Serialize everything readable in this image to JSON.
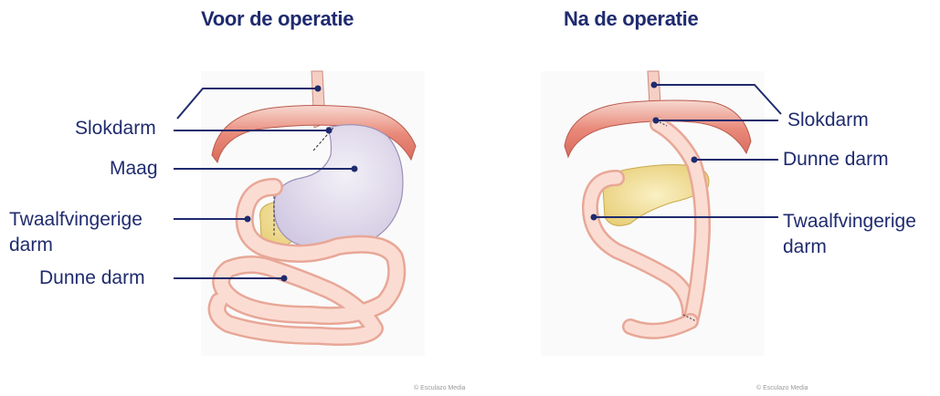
{
  "before": {
    "title": "Voor de operatie",
    "labels": {
      "esophagus": "Slokdarm",
      "stomach": "Maag",
      "duodenum_line1": "Twaalfvingerige",
      "duodenum_line2": "darm",
      "small_intestine": "Dunne darm"
    },
    "credit": "© Esculazo Media"
  },
  "after": {
    "title": "Na de operatie",
    "labels": {
      "esophagus": "Slokdarm",
      "small_intestine": "Dunne darm",
      "duodenum_line1": "Twaalfvingerige",
      "duodenum_line2": "darm"
    },
    "credit": "© Esculazo Media"
  },
  "colors": {
    "text": "#1f2b6e",
    "leader_line": "#1f2b6e",
    "stomach_fill": "#e6e0f0",
    "intestine_fill": "#f7cfc2",
    "pancreas_fill": "#f4e3a3",
    "diaphragm_fill": "#e98a7a"
  }
}
